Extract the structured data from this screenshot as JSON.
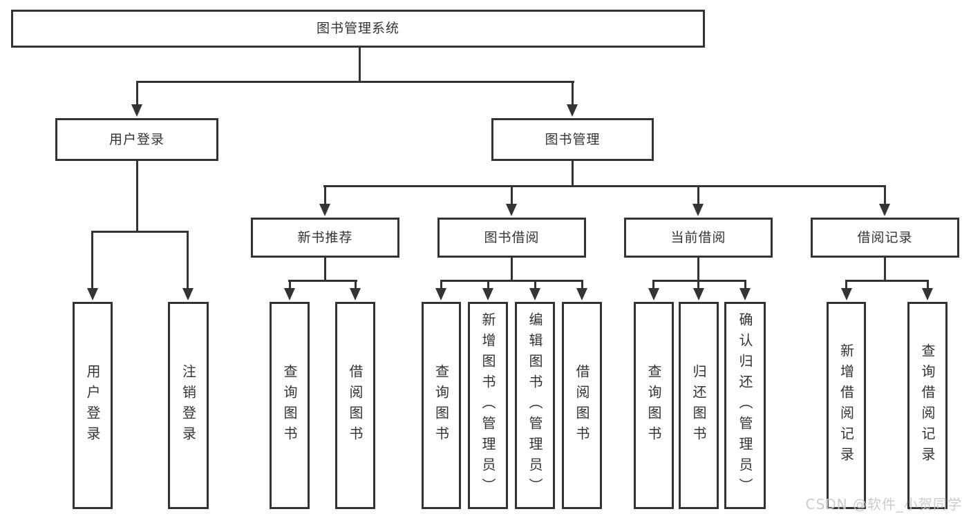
{
  "diagram": {
    "root": {
      "label": "图书管理系统"
    },
    "branches": [
      {
        "label": "用户登录",
        "children": [
          {
            "label": "用户登录"
          },
          {
            "label": "注销登录"
          }
        ]
      },
      {
        "label": "图书管理",
        "children": [
          {
            "label": "新书推荐",
            "children": [
              {
                "label": "查询图书"
              },
              {
                "label": "借阅图书"
              }
            ]
          },
          {
            "label": "图书借阅",
            "children": [
              {
                "label": "查询图书"
              },
              {
                "label": "新增图书（管理员）"
              },
              {
                "label": "编辑图书（管理员）"
              },
              {
                "label": "借阅图书"
              }
            ]
          },
          {
            "label": "当前借阅",
            "children": [
              {
                "label": "查询图书"
              },
              {
                "label": "归还图书"
              },
              {
                "label": "确认归还（管理员）"
              }
            ]
          },
          {
            "label": "借阅记录",
            "children": [
              {
                "label": "新增借阅记录"
              },
              {
                "label": "查询借阅记录"
              }
            ]
          }
        ]
      }
    ]
  },
  "watermark": {
    "text": "CSDN @软件_小贺同学"
  },
  "colors": {
    "line": "#333333",
    "background": "#ffffff",
    "watermark": "#d0c6c6"
  }
}
